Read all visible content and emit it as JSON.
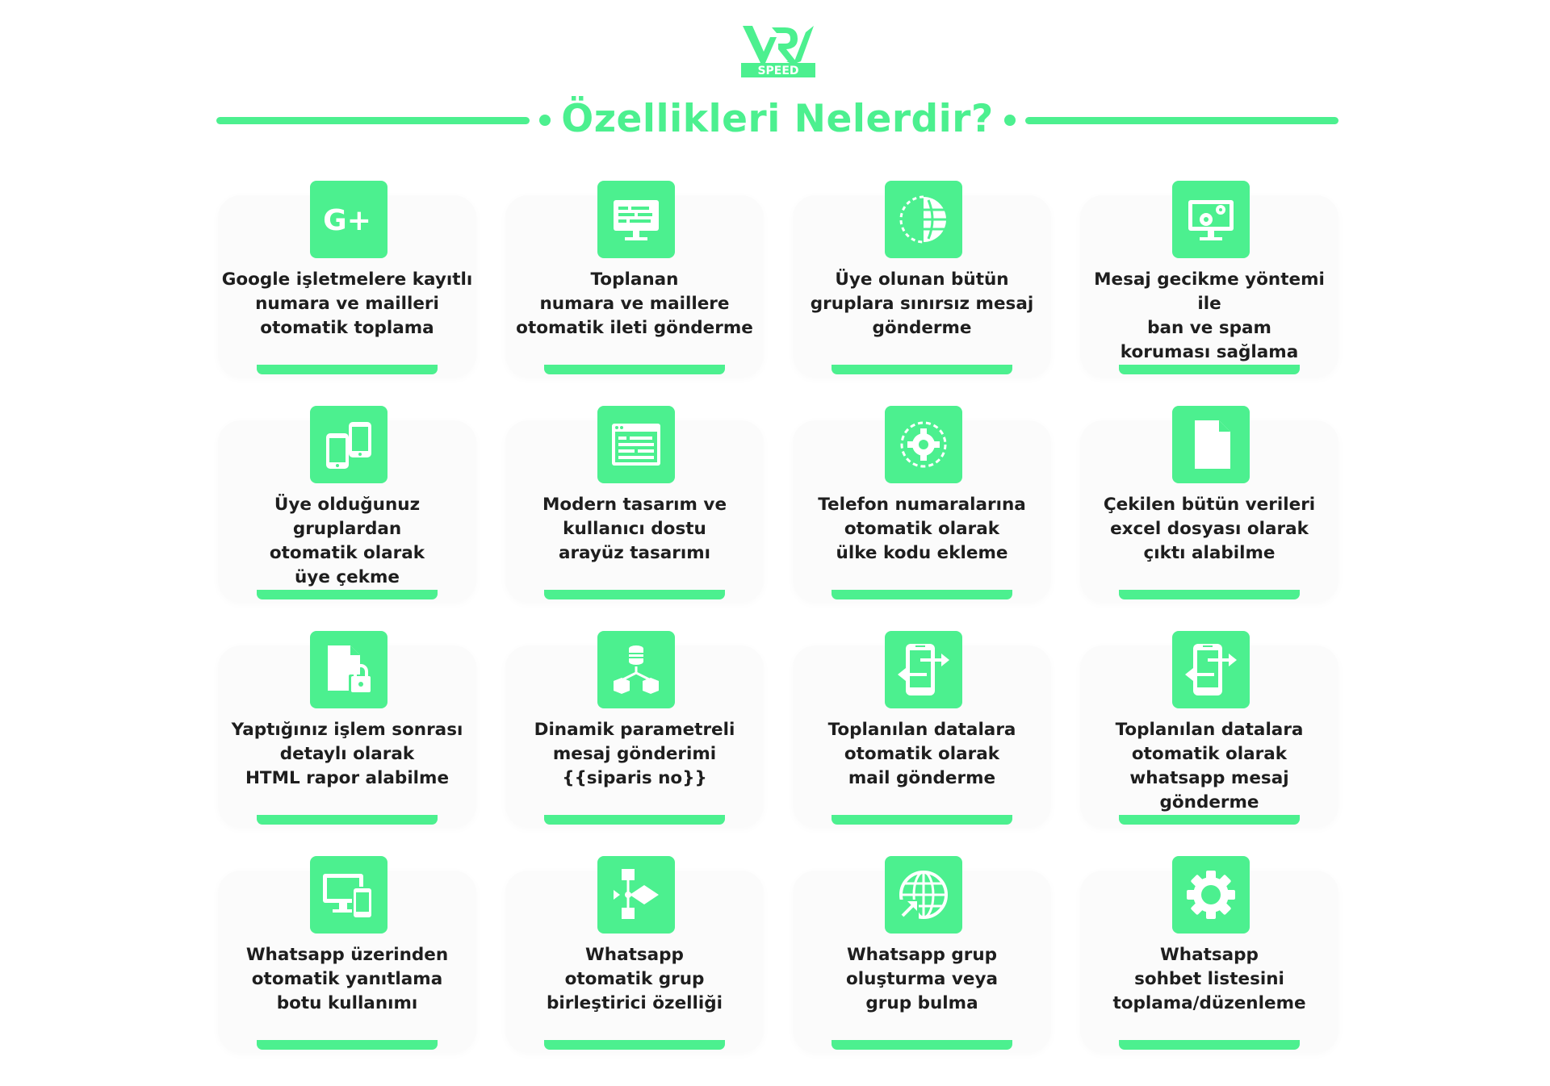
{
  "brand": {
    "logo_text": "SPEED",
    "accent_color": "#4cf08f",
    "logo_color": "#4cf08f"
  },
  "header": {
    "title": "Özellikleri Nelerdir?"
  },
  "features": [
    {
      "icon": "google-plus-icon",
      "lines": [
        "Google işletmelere kayıtlı",
        "numara ve mailleri",
        "otomatik toplama"
      ]
    },
    {
      "icon": "monitor-icon",
      "lines": [
        "Toplanan",
        "numara ve maillere",
        "otomatik ileti gönderme"
      ]
    },
    {
      "icon": "globe-half-icon",
      "lines": [
        "Üye olunan bütün",
        "gruplara sınırsız mesaj",
        "gönderme"
      ]
    },
    {
      "icon": "monitor-settings-icon",
      "lines": [
        "Mesaj gecikme yöntemi ile",
        "ban ve spam",
        "koruması sağlama"
      ]
    },
    {
      "icon": "dual-phones-icon",
      "lines": [
        "Üye olduğunuz gruplardan",
        "otomatik olarak",
        "üye çekme"
      ]
    },
    {
      "icon": "browser-window-icon",
      "lines": [
        "Modern tasarım ve",
        "kullanıcı dostu",
        "arayüz tasarımı"
      ]
    },
    {
      "icon": "gear-refresh-icon",
      "lines": [
        "Telefon numaralarına",
        "otomatik olarak",
        "ülke kodu ekleme"
      ]
    },
    {
      "icon": "document-icon",
      "lines": [
        "Çekilen bütün verileri",
        "excel dosyası olarak",
        "çıktı alabilme"
      ]
    },
    {
      "icon": "document-lock-icon",
      "lines": [
        "Yaptığınız işlem sonrası",
        "detaylı olarak",
        "HTML rapor alabilme"
      ]
    },
    {
      "icon": "database-network-icon",
      "lines": [
        "Dinamik parametreli",
        "mesaj gönderimi",
        "{{siparis no}}"
      ]
    },
    {
      "icon": "phone-transfer-icon",
      "lines": [
        "Toplanılan datalara",
        "otomatik olarak",
        "mail gönderme"
      ]
    },
    {
      "icon": "phone-transfer-icon",
      "lines": [
        "Toplanılan datalara",
        "otomatik olarak",
        "whatsapp mesaj gönderme"
      ]
    },
    {
      "icon": "devices-icon",
      "lines": [
        "Whatsapp üzerinden",
        "otomatik yanıtlama",
        "botu kullanımı"
      ]
    },
    {
      "icon": "flow-diagram-icon",
      "lines": [
        "Whatsapp",
        "otomatik grup",
        "birleştirici özelliği"
      ]
    },
    {
      "icon": "globe-arrow-icon",
      "lines": [
        "Whatsapp grup",
        "oluşturma veya",
        "grup bulma"
      ]
    },
    {
      "icon": "gear-icon",
      "lines": [
        "Whatsapp",
        "sohbet listesini",
        "toplama/düzenleme"
      ]
    }
  ]
}
